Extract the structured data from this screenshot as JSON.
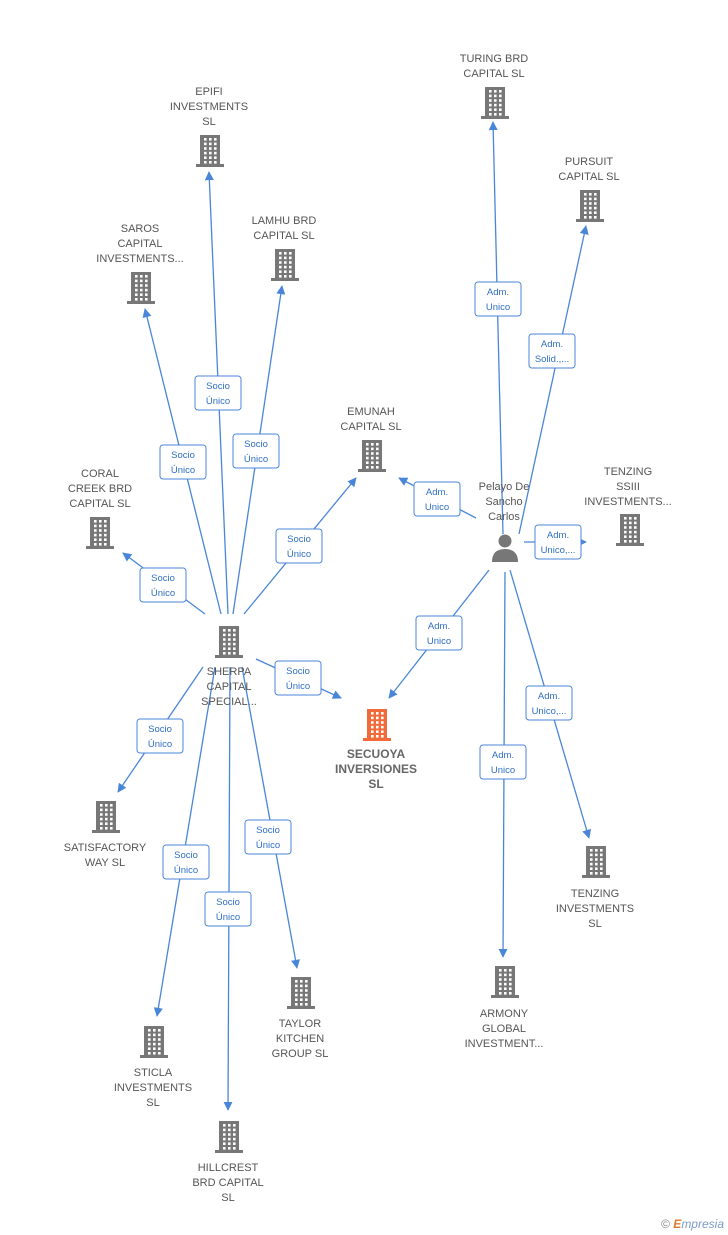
{
  "colors": {
    "edge": "#4a86d8",
    "company_icon": "#777777",
    "focus_icon": "#f06a3a",
    "person_icon": "#777777",
    "label_text": "#555555"
  },
  "nodes": {
    "turing_brd": {
      "type": "company",
      "lines": [
        "TURING BRD",
        "CAPITAL  SL"
      ]
    },
    "pursuit": {
      "type": "company",
      "lines": [
        "PURSUIT",
        "CAPITAL  SL"
      ]
    },
    "epifi": {
      "type": "company",
      "lines": [
        "EPIFI",
        "INVESTMENTS",
        "SL"
      ]
    },
    "lamhu": {
      "type": "company",
      "lines": [
        "LAMHU BRD",
        "CAPITAL  SL"
      ]
    },
    "saros": {
      "type": "company",
      "lines": [
        "SAROS",
        "CAPITAL",
        "INVESTMENTS..."
      ]
    },
    "emunah": {
      "type": "company",
      "lines": [
        "EMUNAH",
        "CAPITAL  SL"
      ]
    },
    "coral_creek": {
      "type": "company",
      "lines": [
        "CORAL",
        "CREEK BRD",
        "CAPITAL  SL"
      ]
    },
    "tenzing_ssiii": {
      "type": "company",
      "lines": [
        "TENZING",
        "SSIII",
        "INVESTMENTS..."
      ]
    },
    "pelayo": {
      "type": "person",
      "lines": [
        "Pelayo De",
        "Sancho",
        "Carlos"
      ]
    },
    "sherpa": {
      "type": "company",
      "lines": [
        "SHERPA",
        "CAPITAL",
        "SPECIAL..."
      ]
    },
    "secuoya": {
      "type": "focus",
      "lines": [
        "SECUOYA",
        "INVERSIONES",
        "SL"
      ]
    },
    "satisfactory": {
      "type": "company",
      "lines": [
        "SATISFACTORY",
        "WAY  SL"
      ]
    },
    "tenzing_inv": {
      "type": "company",
      "lines": [
        "TENZING",
        "INVESTMENTS",
        "SL"
      ]
    },
    "armony": {
      "type": "company",
      "lines": [
        "ARMONY",
        "GLOBAL",
        "INVESTMENT..."
      ]
    },
    "taylor": {
      "type": "company",
      "lines": [
        "TAYLOR",
        "KITCHEN",
        "GROUP  SL"
      ]
    },
    "sticla": {
      "type": "company",
      "lines": [
        "STICLA",
        "INVESTMENTS",
        "SL"
      ]
    },
    "hillcrest": {
      "type": "company",
      "lines": [
        "HILLCREST",
        "BRD CAPITAL",
        "SL"
      ]
    }
  },
  "edges": [
    {
      "id": "e1",
      "from": "pelayo",
      "to": "turing_brd",
      "label": [
        "Adm.",
        "Unico"
      ]
    },
    {
      "id": "e2",
      "from": "pelayo",
      "to": "pursuit",
      "label": [
        "Adm.",
        "Solid.,..."
      ]
    },
    {
      "id": "e3",
      "from": "pelayo",
      "to": "emunah",
      "label": [
        "Adm.",
        "Unico"
      ]
    },
    {
      "id": "e4",
      "from": "pelayo",
      "to": "tenzing_ssiii",
      "label": [
        "Adm.",
        "Unico,..."
      ]
    },
    {
      "id": "e5",
      "from": "pelayo",
      "to": "secuoya",
      "label": [
        "Adm.",
        "Unico"
      ]
    },
    {
      "id": "e6",
      "from": "pelayo",
      "to": "tenzing_inv",
      "label": [
        "Adm.",
        "Unico,..."
      ]
    },
    {
      "id": "e7",
      "from": "pelayo",
      "to": "armony",
      "label": [
        "Adm.",
        "Unico"
      ]
    },
    {
      "id": "e8",
      "from": "sherpa",
      "to": "epifi",
      "label": [
        "Socio",
        "Único"
      ]
    },
    {
      "id": "e9",
      "from": "sherpa",
      "to": "lamhu",
      "label": [
        "Socio",
        "Único"
      ]
    },
    {
      "id": "e10",
      "from": "sherpa",
      "to": "saros",
      "label": [
        "Socio",
        "Único"
      ]
    },
    {
      "id": "e11",
      "from": "sherpa",
      "to": "emunah",
      "label": [
        "Socio",
        "Único"
      ]
    },
    {
      "id": "e12",
      "from": "sherpa",
      "to": "coral_creek",
      "label": [
        "Socio",
        "Único"
      ]
    },
    {
      "id": "e13",
      "from": "sherpa",
      "to": "secuoya",
      "label": [
        "Socio",
        "Único"
      ]
    },
    {
      "id": "e14",
      "from": "sherpa",
      "to": "satisfactory",
      "label": [
        "Socio",
        "Único"
      ]
    },
    {
      "id": "e15",
      "from": "sherpa",
      "to": "sticla",
      "label": [
        "Socio",
        "Único"
      ]
    },
    {
      "id": "e16",
      "from": "sherpa",
      "to": "hillcrest",
      "label": [
        "Socio",
        "Único"
      ]
    },
    {
      "id": "e17",
      "from": "sherpa",
      "to": "taylor",
      "label": [
        "Socio",
        "Único"
      ]
    }
  ],
  "footer": {
    "copyright": "©",
    "brand_initial": "E",
    "brand_rest": "mpresia"
  }
}
